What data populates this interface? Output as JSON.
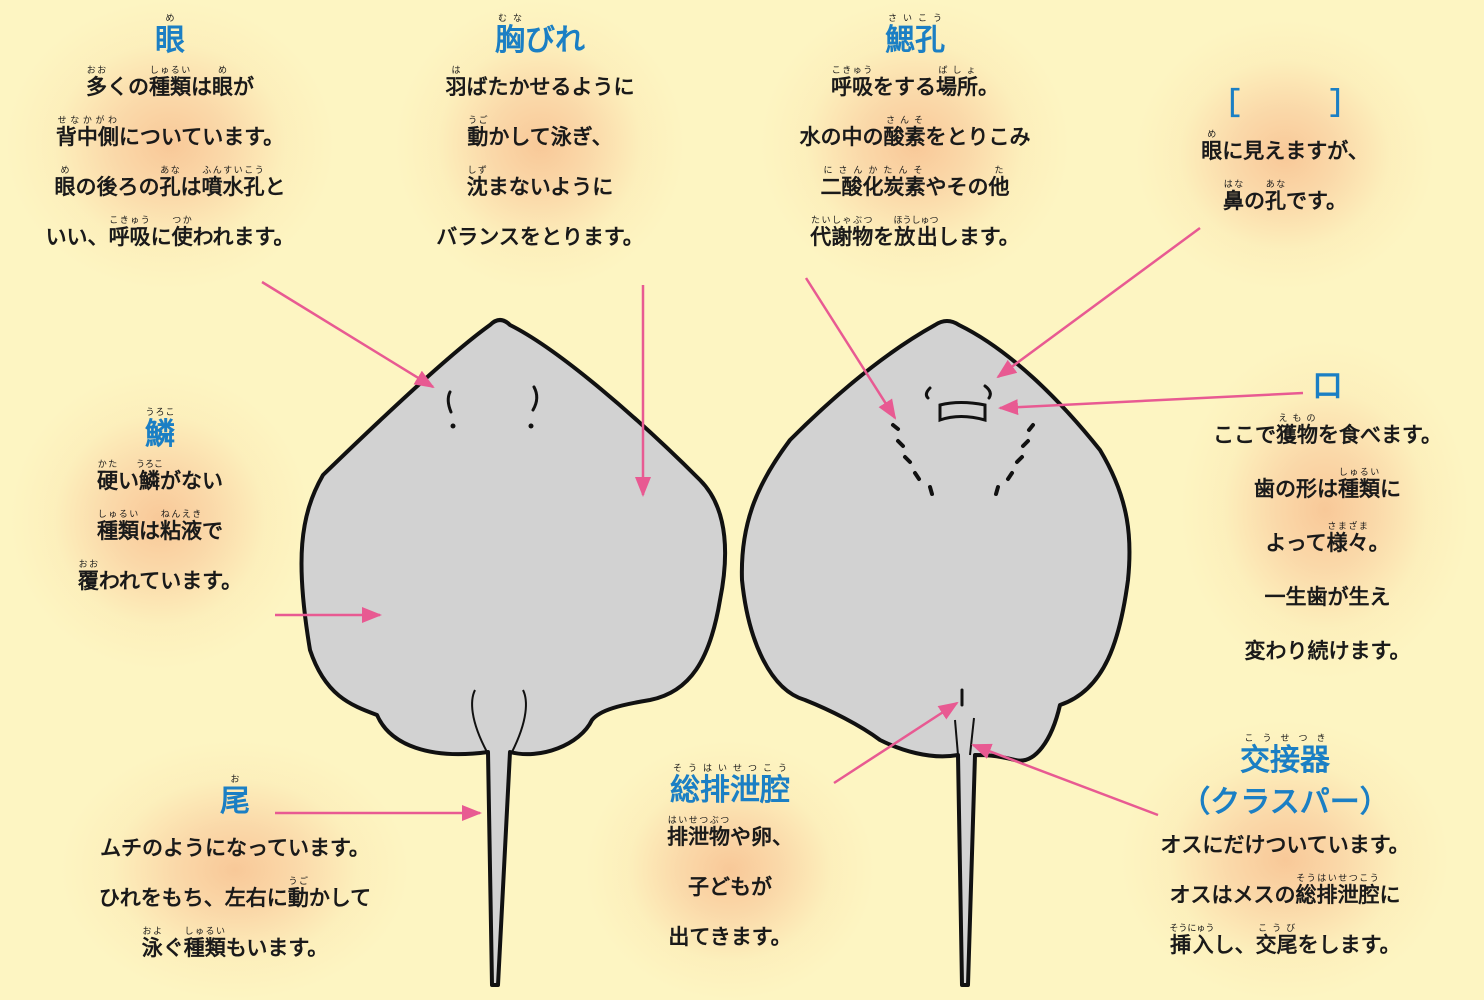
{
  "colors": {
    "background": "#fdf5c2",
    "title": "#1b7fc4",
    "arrow": "#e85a92",
    "ray_fill": "#d2d2d2",
    "ray_stroke": "#111111"
  },
  "eye": {
    "title": [
      {
        "t": "眼",
        "r": "め"
      }
    ],
    "lines": [
      [
        {
          "t": "多",
          "r": "おお"
        },
        {
          "t": "くの"
        },
        {
          "t": "種類",
          "r": "しゅるい"
        },
        {
          "t": "は"
        },
        {
          "t": "眼",
          "r": "め"
        },
        {
          "t": "が"
        }
      ],
      [
        {
          "t": "背中側",
          "r": "せなかがわ"
        },
        {
          "t": "についています。"
        }
      ],
      [
        {
          "t": "眼",
          "r": "め"
        },
        {
          "t": "の後ろの"
        },
        {
          "t": "孔",
          "r": "あな"
        },
        {
          "t": "は"
        },
        {
          "t": "噴水孔",
          "r": "ふんすいこう"
        },
        {
          "t": "と"
        }
      ],
      [
        {
          "t": "いい、"
        },
        {
          "t": "呼吸",
          "r": "こきゅう"
        },
        {
          "t": "に"
        },
        {
          "t": "使",
          "r": "つか"
        },
        {
          "t": "われます。"
        }
      ]
    ]
  },
  "pectoral": {
    "title": [
      {
        "t": "胸",
        "r": "むな"
      },
      {
        "t": "びれ"
      }
    ],
    "lines": [
      [
        {
          "t": "羽",
          "r": "は"
        },
        {
          "t": "ばたかせるように"
        }
      ],
      [
        {
          "t": "動",
          "r": "うご"
        },
        {
          "t": "かして泳ぎ、"
        }
      ],
      [
        {
          "t": "沈",
          "r": "しず"
        },
        {
          "t": "まないように"
        }
      ],
      [
        {
          "t": "バランスをとります。"
        }
      ]
    ]
  },
  "gill": {
    "title": [
      {
        "t": "鰓孔",
        "r": "さいこう"
      }
    ],
    "lines": [
      [
        {
          "t": "呼吸",
          "r": "こきゅう"
        },
        {
          "t": "をする"
        },
        {
          "t": "場所",
          "r": "ばしょ"
        },
        {
          "t": "。"
        }
      ],
      [
        {
          "t": "水の中の"
        },
        {
          "t": "酸素",
          "r": "さんそ"
        },
        {
          "t": "をとりこみ"
        }
      ],
      [
        {
          "t": "二酸化炭素",
          "r": "にさんかたんそ"
        },
        {
          "t": "やその"
        },
        {
          "t": "他",
          "r": "た"
        }
      ],
      [
        {
          "t": "代謝物",
          "r": "たいしゃぶつ"
        },
        {
          "t": "を"
        },
        {
          "t": "放出",
          "r": "ほうしゅつ"
        },
        {
          "t": "します。"
        }
      ]
    ]
  },
  "nostril": {
    "title": [
      {
        "t": "［　　　］"
      }
    ],
    "lines": [
      [
        {
          "t": "眼",
          "r": "め"
        },
        {
          "t": "に見えますが、"
        }
      ],
      [
        {
          "t": "鼻",
          "r": "はな"
        },
        {
          "t": "の"
        },
        {
          "t": "孔",
          "r": "あな"
        },
        {
          "t": "です。"
        }
      ]
    ]
  },
  "scales": {
    "title": [
      {
        "t": "鱗",
        "r": "うろこ"
      }
    ],
    "lines": [
      [
        {
          "t": "硬",
          "r": "かた"
        },
        {
          "t": "い"
        },
        {
          "t": "鱗",
          "r": "うろこ"
        },
        {
          "t": "がない"
        }
      ],
      [
        {
          "t": "種類",
          "r": "しゅるい"
        },
        {
          "t": "は"
        },
        {
          "t": "粘液",
          "r": "ねんえき"
        },
        {
          "t": "で"
        }
      ],
      [
        {
          "t": "覆",
          "r": "おお"
        },
        {
          "t": "われています。"
        }
      ]
    ]
  },
  "mouth": {
    "title": [
      {
        "t": "口"
      }
    ],
    "lines": [
      [
        {
          "t": "ここで"
        },
        {
          "t": "獲物",
          "r": "えもの"
        },
        {
          "t": "を食べます。"
        }
      ],
      [
        {
          "t": "歯の形は"
        },
        {
          "t": "種類",
          "r": "しゅるい"
        },
        {
          "t": "に"
        }
      ],
      [
        {
          "t": "よって"
        },
        {
          "t": "様々",
          "r": "さまざま"
        },
        {
          "t": "。"
        }
      ],
      [
        {
          "t": "一生歯が生え"
        }
      ],
      [
        {
          "t": "変わり続けます。"
        }
      ]
    ]
  },
  "tail": {
    "title": [
      {
        "t": "尾",
        "r": "お"
      }
    ],
    "lines": [
      [
        {
          "t": "ムチのようになっています。"
        }
      ],
      [
        {
          "t": "ひれをもち、左右に"
        },
        {
          "t": "動",
          "r": "うご"
        },
        {
          "t": "かして"
        }
      ],
      [
        {
          "t": "泳",
          "r": "およ"
        },
        {
          "t": "ぐ"
        },
        {
          "t": "種類",
          "r": "しゅるい"
        },
        {
          "t": "もいます。"
        }
      ]
    ]
  },
  "cloaca": {
    "title": [
      {
        "t": "総排泄腔",
        "r": "そうはいせつこう"
      }
    ],
    "lines": [
      [
        {
          "t": "排泄物",
          "r": "はいせつぶつ"
        },
        {
          "t": "や卵、"
        }
      ],
      [
        {
          "t": "子どもが"
        }
      ],
      [
        {
          "t": "出てきます。"
        }
      ]
    ]
  },
  "clasper": {
    "title": [
      {
        "t": "交接器",
        "r": "こうせつき"
      }
    ],
    "subtitle": [
      {
        "t": "（クラスパー）"
      }
    ],
    "lines": [
      [
        {
          "t": "オスにだけついています。"
        }
      ],
      [
        {
          "t": "オスはメスの"
        },
        {
          "t": "総排泄腔",
          "r": "そうはいせつこう"
        },
        {
          "t": "に"
        }
      ],
      [
        {
          "t": "挿入",
          "r": "そうにゅう"
        },
        {
          "t": "し、"
        },
        {
          "t": "交尾",
          "r": "こうび"
        },
        {
          "t": "をします。"
        }
      ]
    ]
  }
}
